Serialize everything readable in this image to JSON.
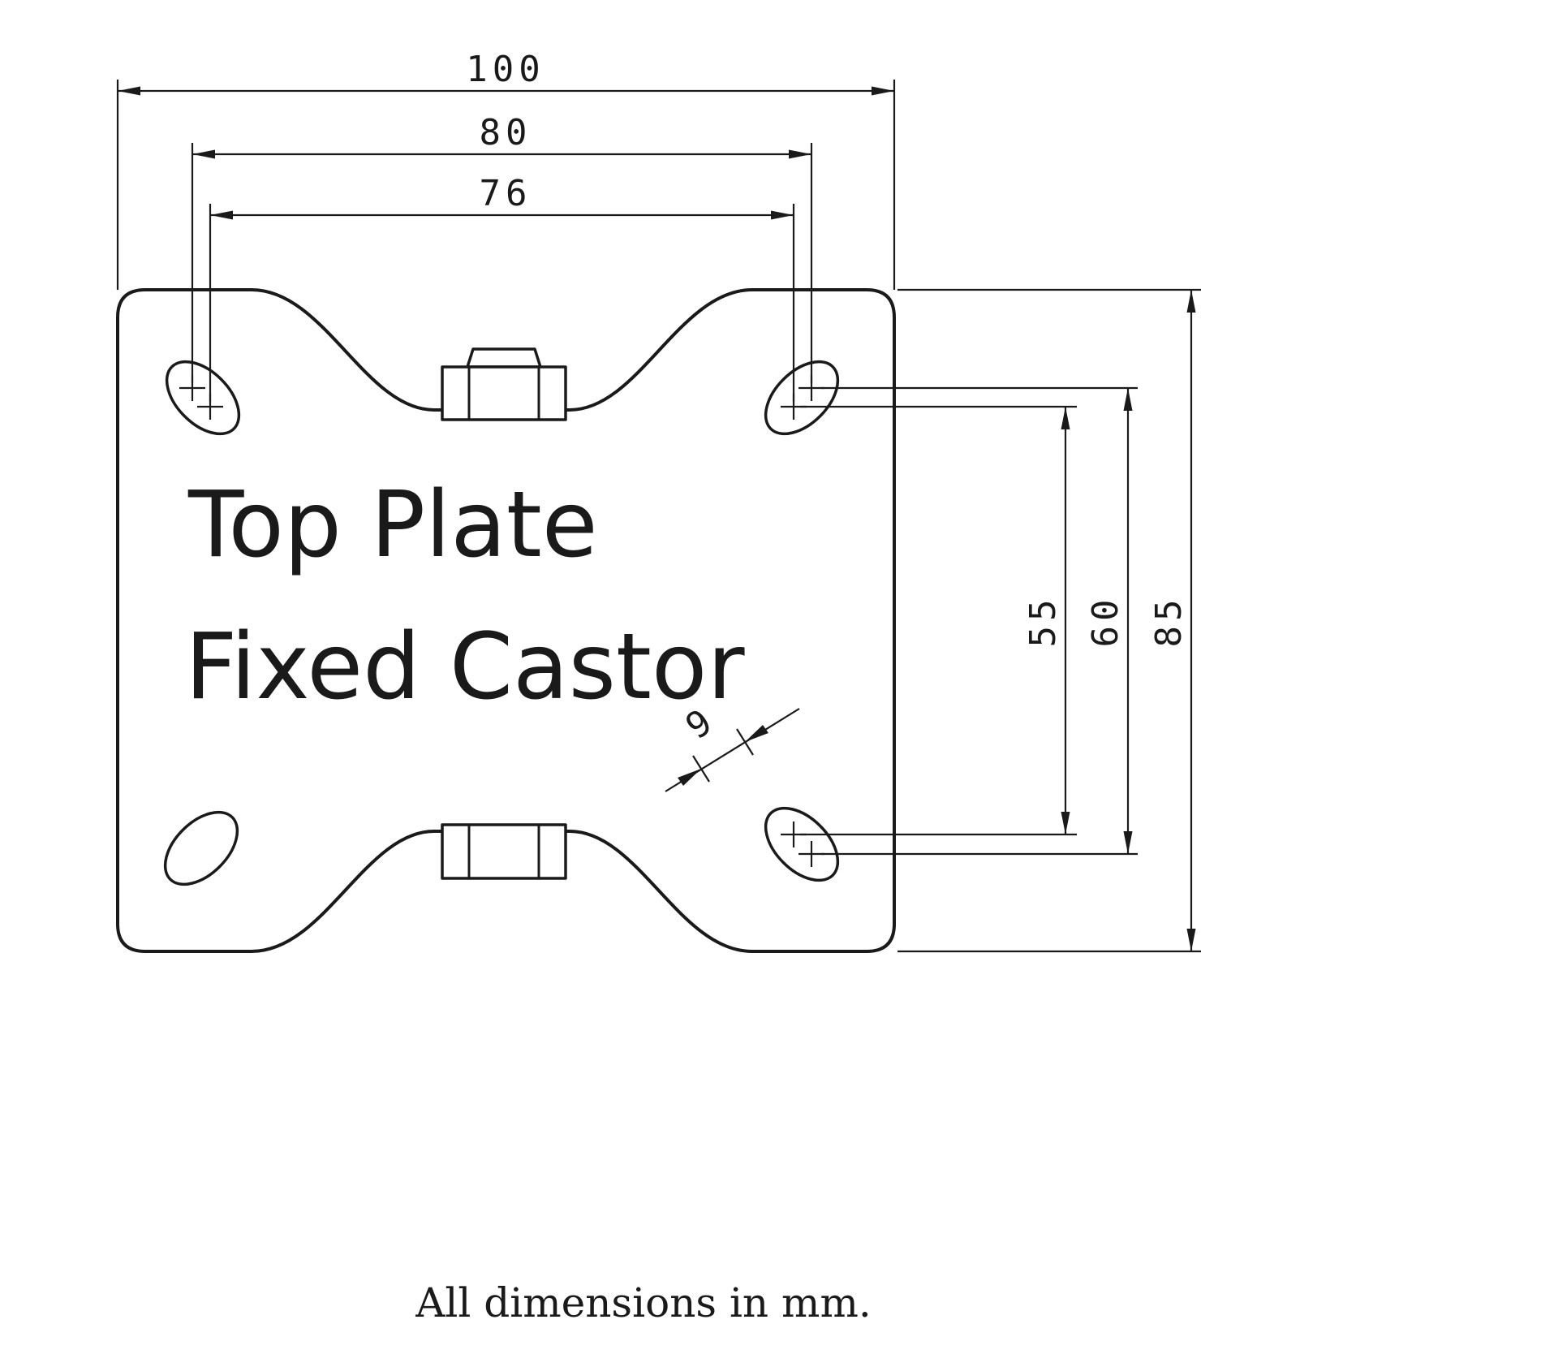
{
  "drawing": {
    "title_line1": "Top Plate",
    "title_line2": "Fixed Castor",
    "footer_note": "All dimensions in mm.",
    "ink_color": "#1a1a1a",
    "background_color": "#ffffff",
    "dimensions": {
      "overall_plate_width_mm": "100",
      "bolt_hole_spacing_wide_mm": "80",
      "bolt_hole_spacing_narrow_mm": "76",
      "bolt_hole_spacing_depth_narrow_mm": "55",
      "bolt_hole_spacing_depth_wide_mm": "60",
      "overall_plate_depth_mm": "85",
      "slot_width_mm": "9"
    }
  }
}
